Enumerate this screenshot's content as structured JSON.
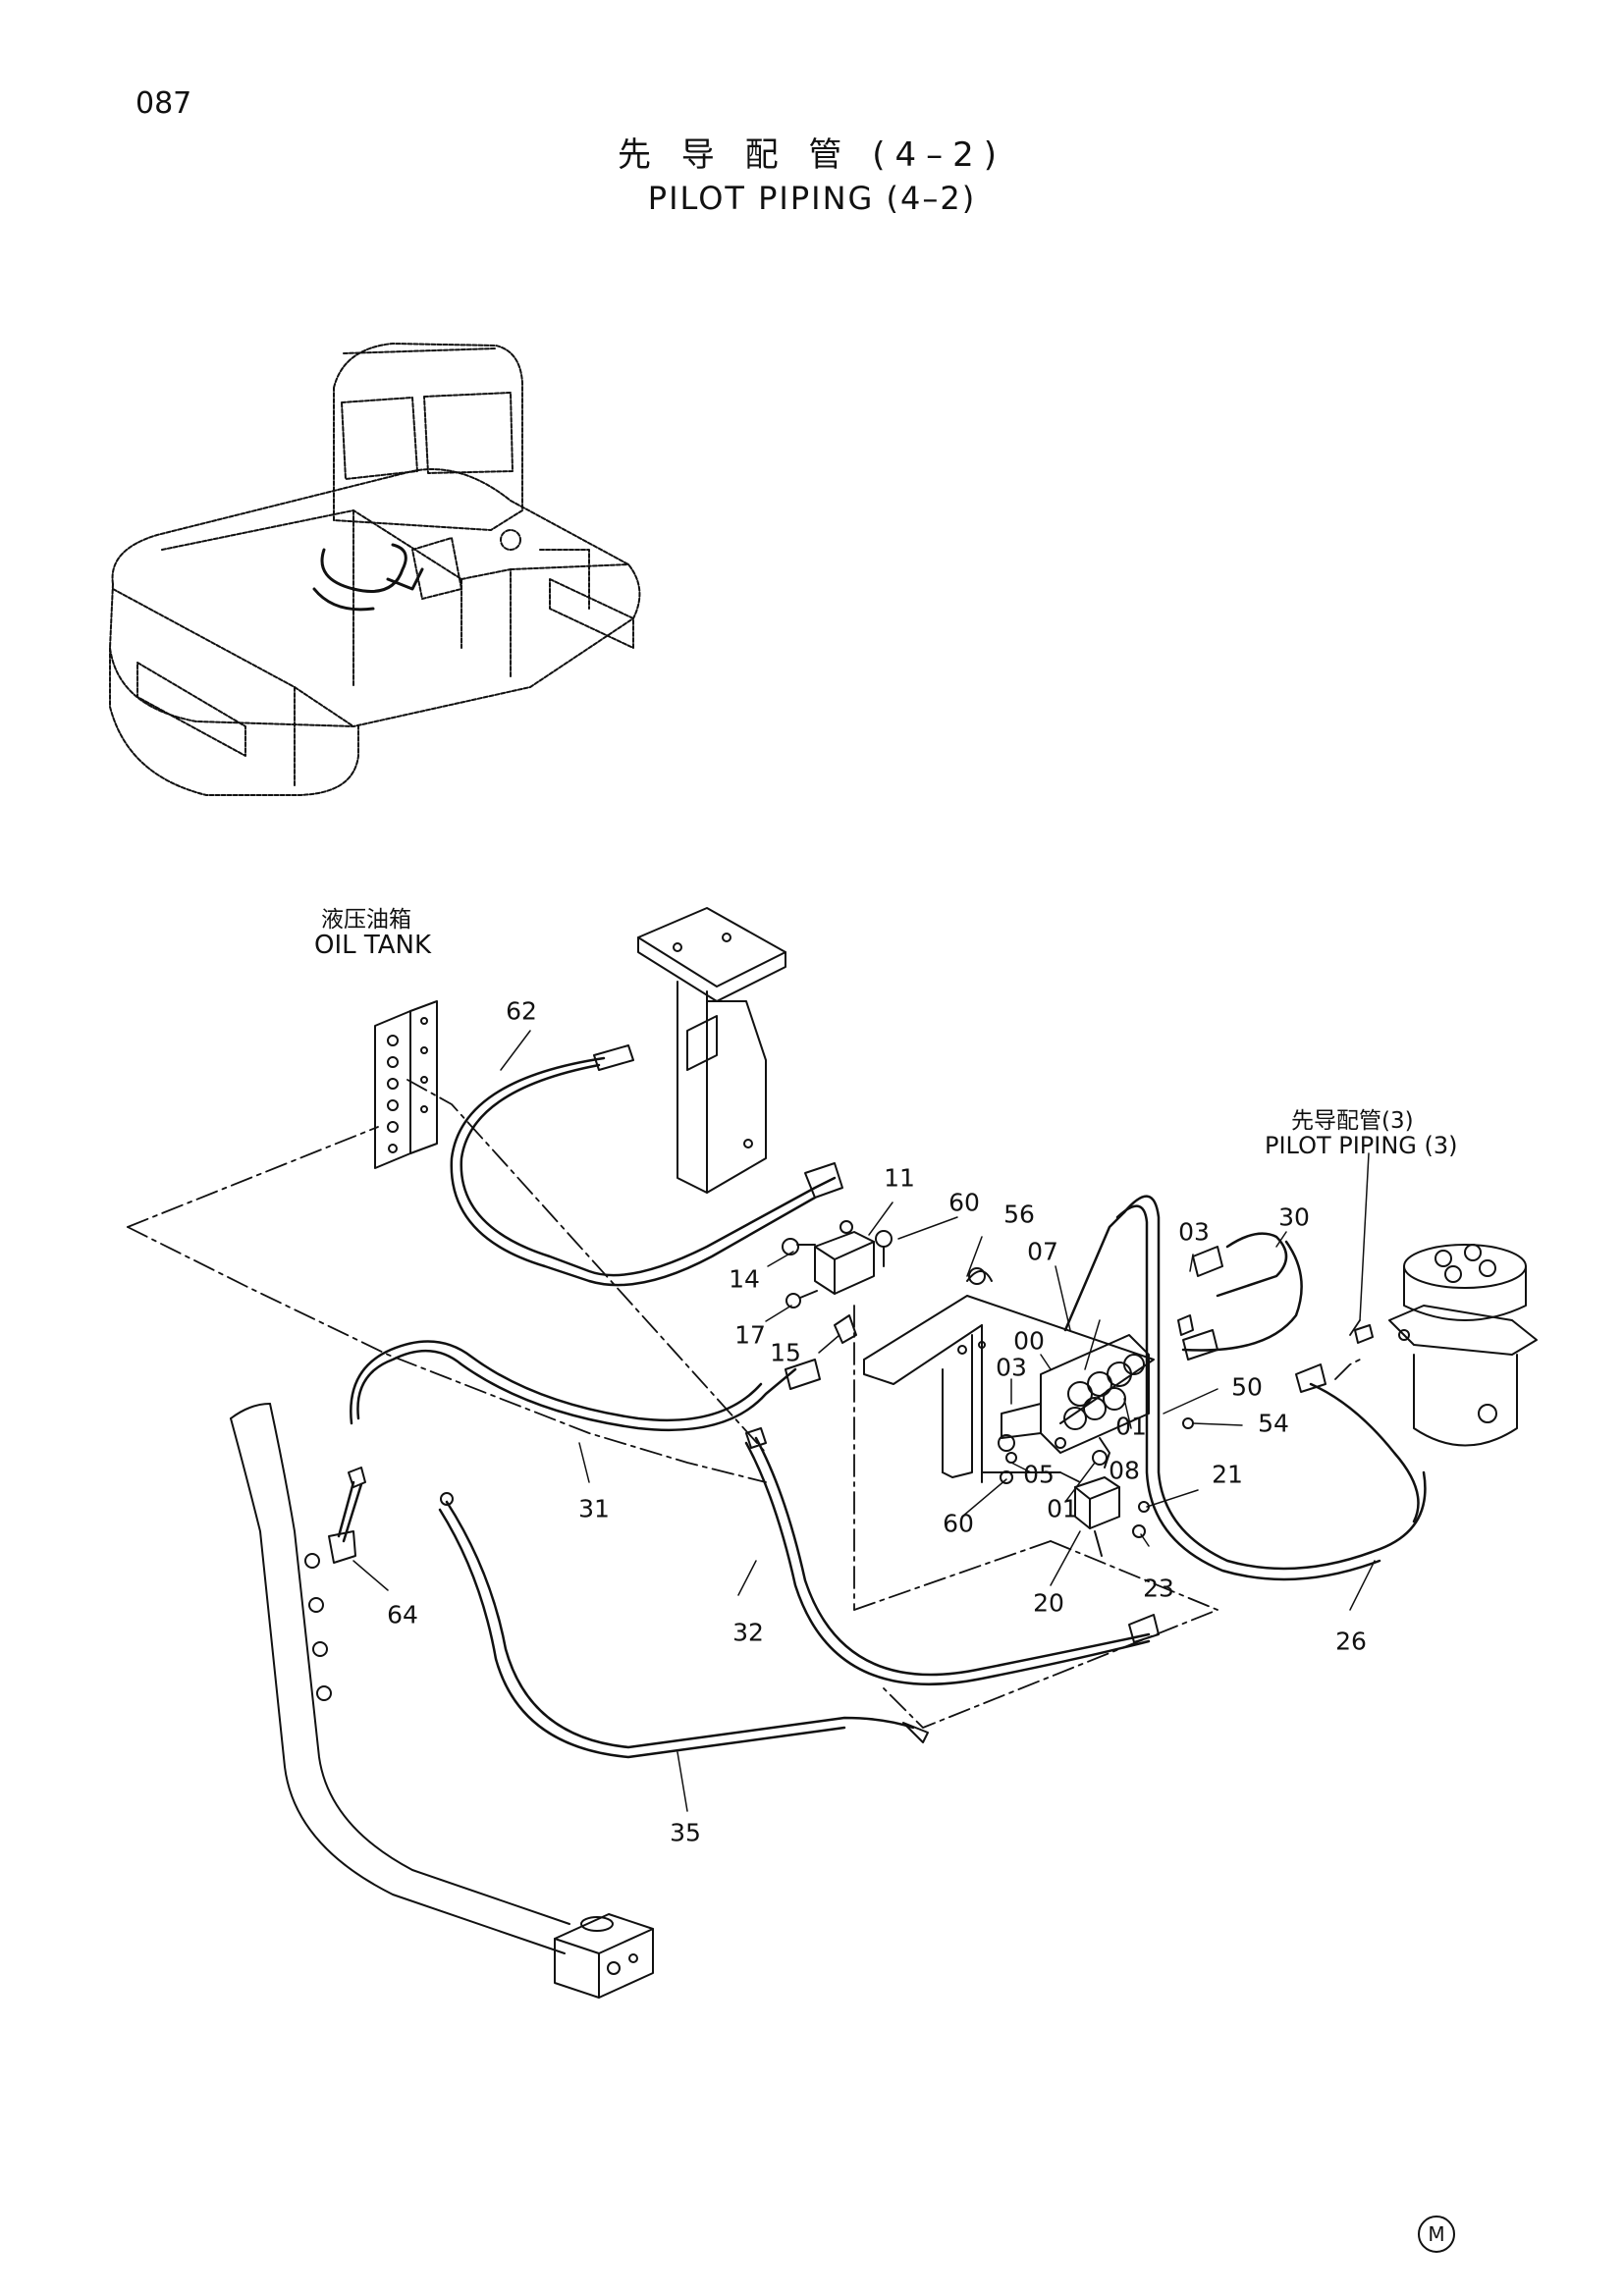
{
  "page_number": "087",
  "title": {
    "cn": "先 导 配 管 (4–2)",
    "en": "PILOT PIPING (4–2)"
  },
  "labels": {
    "oil_tank_cn": "液压油箱",
    "oil_tank_en": "OIL TANK",
    "pilot_piping_3_cn": "先导配管(3)",
    "pilot_piping_3_en": "PILOT PIPING (3)"
  },
  "callouts": {
    "c62": "62",
    "c11": "11",
    "c60a": "60",
    "c56": "56",
    "c07": "07",
    "c03a": "03",
    "c30": "30",
    "c14": "14",
    "c17": "17",
    "c15": "15",
    "c00": "00",
    "c03b": "03",
    "c01a": "01",
    "c50": "50",
    "c54": "54",
    "c05": "05",
    "c08": "08",
    "c01b": "01",
    "c21": "21",
    "c60b": "60",
    "c31": "31",
    "c64": "64",
    "c20": "20",
    "c23": "23",
    "c32": "32",
    "c26": "26",
    "c35": "35"
  },
  "corner_mark": "M"
}
